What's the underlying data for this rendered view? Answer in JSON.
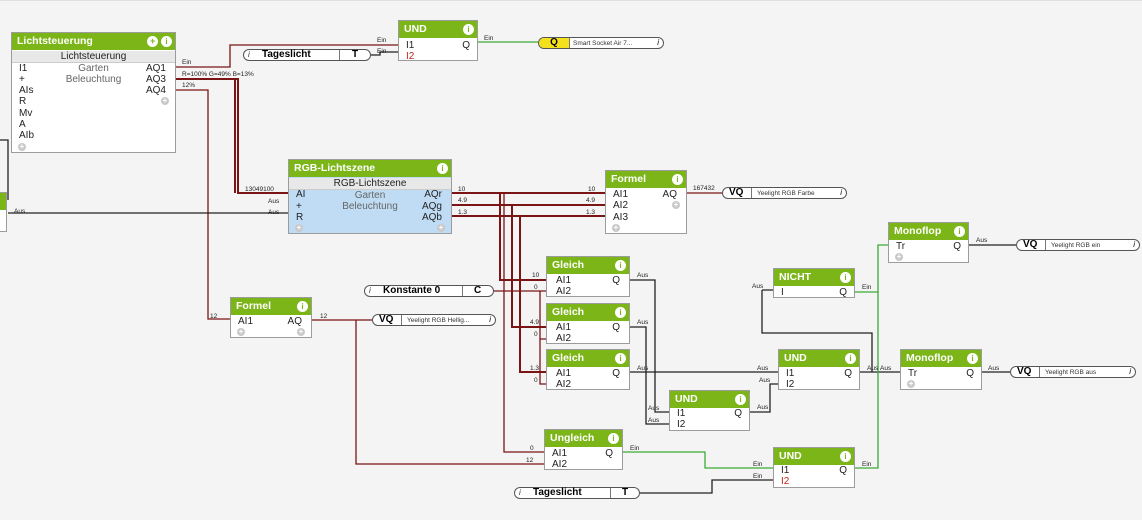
{
  "blocks": {
    "lichtsteuerung": {
      "title": "Lichtsteuerung",
      "name": "Lichtsteuerung",
      "line2": "Garten",
      "line3": "Beleuchtung",
      "inputs": [
        "I1",
        "+",
        "AIs",
        "R",
        "Mv",
        "A",
        "AIb"
      ],
      "outputs": [
        "AQ1",
        "AQ3",
        "AQ4"
      ]
    },
    "und_top": {
      "title": "UND",
      "inputs": [
        "I1",
        "I2"
      ],
      "output": "Q"
    },
    "rgb": {
      "title": "RGB-Lichtszene",
      "name": "RGB-Lichtszene",
      "line2": "Garten",
      "line3": "Beleuchtung",
      "inputs": [
        "AI",
        "+",
        "R"
      ],
      "outputs": [
        "AQr",
        "AQg",
        "AQb"
      ]
    },
    "formel1": {
      "title": "Formel",
      "inputs": [
        "AI1",
        "AI2",
        "AI3"
      ],
      "output": "AQ"
    },
    "formel2": {
      "title": "Formel",
      "inputs": [
        "AI1"
      ],
      "output": "AQ"
    },
    "gleich1": {
      "title": "Gleich",
      "inputs": [
        "AI1",
        "AI2"
      ],
      "output": "Q"
    },
    "gleich2": {
      "title": "Gleich",
      "inputs": [
        "AI1",
        "AI2"
      ],
      "output": "Q"
    },
    "gleich3": {
      "title": "Gleich",
      "inputs": [
        "AI1",
        "AI2"
      ],
      "output": "Q"
    },
    "ungleich": {
      "title": "Ungleich",
      "inputs": [
        "AI1",
        "AI2"
      ],
      "output": "Q"
    },
    "und_small": {
      "title": "UND",
      "inputs": [
        "I1",
        "I2"
      ],
      "output": "Q"
    },
    "und_mid": {
      "title": "UND",
      "inputs": [
        "I1",
        "I2"
      ],
      "output": "Q"
    },
    "und_bot": {
      "title": "UND",
      "inputs": [
        "I1",
        "I2"
      ],
      "output": "Q"
    },
    "nicht": {
      "title": "NICHT",
      "inputs": [
        "I"
      ],
      "output": "Q"
    },
    "monoflop1": {
      "title": "Monoflop",
      "inputs": [
        "Tr"
      ],
      "output": "Q"
    },
    "monoflop2": {
      "title": "Monoflop",
      "inputs": [
        "Tr"
      ],
      "output": "Q"
    }
  },
  "refs": {
    "tageslicht_top": {
      "name": "Tageslicht",
      "type": "T"
    },
    "tageslicht_bot": {
      "name": "Tageslicht",
      "type": "T"
    },
    "konstante": {
      "name": "Konstante 0",
      "type": "C"
    },
    "smart_socket": {
      "type": "Q",
      "desc": "Smart Socket Air 7..."
    },
    "vq_farbe": {
      "type": "VQ",
      "desc": "Yeelight RGB Farbe"
    },
    "vq_helligkeit": {
      "type": "VQ",
      "desc": "Yeelight RGB Hellig..."
    },
    "vq_ein": {
      "type": "VQ",
      "desc": "Yeelight RGB ein"
    },
    "vq_aus": {
      "type": "VQ",
      "desc": "Yeelight RGB aus"
    }
  },
  "wire_labels": {
    "ein": "Ein",
    "aus": "Aus",
    "rgb_value": "R=100% G=49% B=13%",
    "percent12": "12%",
    "value_13049100": "13049100",
    "v10": "10",
    "v49": "4.9",
    "v13": "1.3",
    "v0": "0",
    "v12": "12",
    "v187": "167432"
  },
  "colors": {
    "accent": "#7cb518",
    "wire_digital": "#3aaa35",
    "wire_analog": "#7b1414"
  }
}
